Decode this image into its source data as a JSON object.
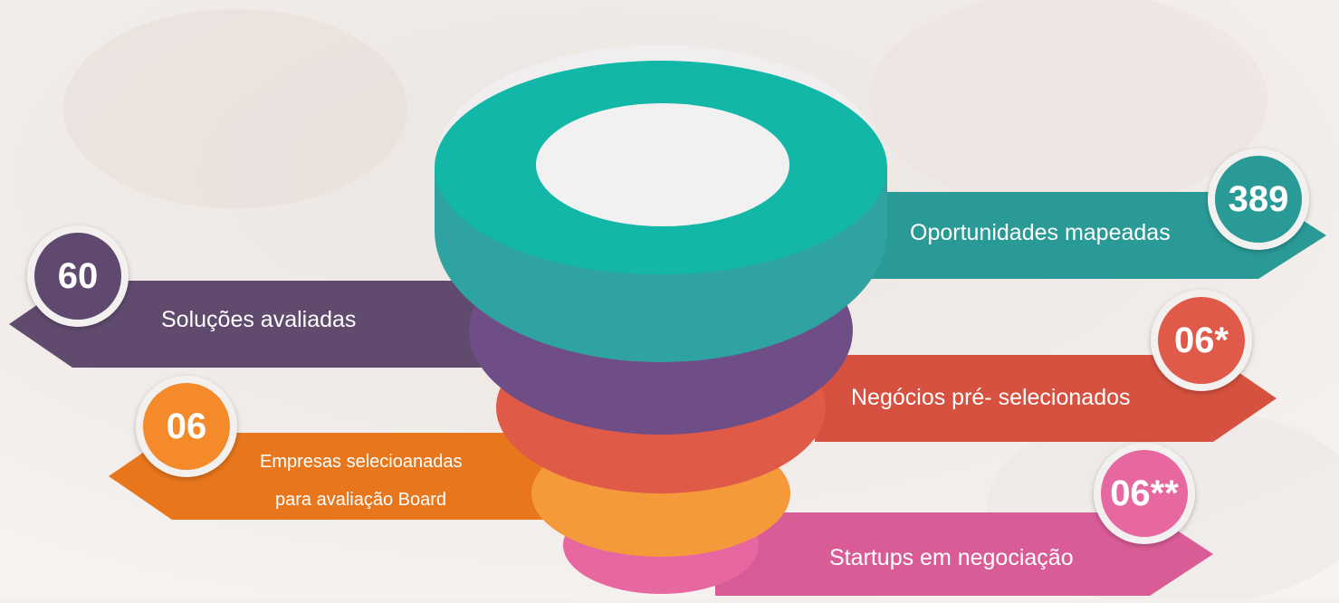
{
  "colors": {
    "teal": "#23a9a3",
    "teal_top": "#13b7a8",
    "purple": "#6f4e87",
    "red": "#e05a48",
    "orange": "#f59a3b",
    "pink": "#e768a1",
    "slate_purple": "#604a6e",
    "orange_dark": "#e8761c",
    "red_dark": "#c9493a",
    "pink_band": "#d85d96",
    "background": "#f3efed"
  },
  "funnel": {
    "stages": [
      {
        "id": "oportunidades",
        "value": "389",
        "label": "Oportunidades mapeadas",
        "side": "right",
        "color": "#23a9a3"
      },
      {
        "id": "solucoes",
        "value": "60",
        "label": "Soluções avaliadas",
        "side": "left",
        "color": "#604a6e"
      },
      {
        "id": "negocios",
        "value": "06*",
        "label": "Negócios pré- selecionados",
        "side": "right",
        "color": "#d6513f"
      },
      {
        "id": "empresas",
        "value": "06",
        "label_line1": "Empresas selecioanadas",
        "label_line2": "para avaliação Board",
        "side": "left",
        "color": "#e8761c"
      },
      {
        "id": "startups",
        "value": "06**",
        "label": "Startups em negociação",
        "side": "right",
        "color": "#da5c97"
      }
    ]
  }
}
